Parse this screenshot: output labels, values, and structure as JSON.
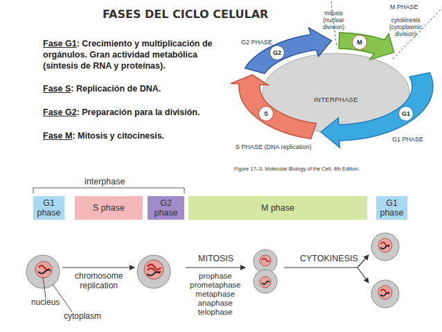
{
  "diagram": {
    "title": "FASES DEL CICLO CELULAR",
    "nodes": [
      {
        "text": [
          "INTERPHASE"
        ]
      },
      {
        "text": [
          "G2"
        ]
      },
      {
        "text": [
          "S"
        ]
      },
      {
        "text": [
          "M"
        ]
      },
      {
        "text": [
          "G1"
        ]
      },
      {
        "text": [
          "G1 phase"
        ]
      },
      {
        "text": [
          "S phase"
        ]
      },
      {
        "text": [
          "G2 phase"
        ]
      },
      {
        "text": [
          "M phase"
        ]
      },
      {
        "text": [
          "G1 phase"
        ]
      }
    ],
    "labels": [
      "Fase G1",
      ": Crecimiento y multiplicación de orgánulos. Gran actividad metabólica (síntesis de RNA y proteínas).",
      "Fase S",
      ": Replicación de DNA.",
      "Fase G2",
      ": Preparación para la división.",
      "Fase M",
      ": Mitosis y citocinesis.",
      "M PHASE",
      "mitosis (nuclear division)",
      "cytokinesis (cytoplasmic division)",
      "G2 PHASE",
      "S PHASE (DNA replication)",
      "G1 PHASE",
      "Figure 17–3. Molecular Biology of the Cell, 4th Edition.",
      "interphase",
      "chromosome replication",
      "nucleus",
      "cytoplasm",
      "MITOSIS",
      "prophase prometaphase metaphase anaphase telophase",
      "CYTOKINESIS"
    ]
  }
}
